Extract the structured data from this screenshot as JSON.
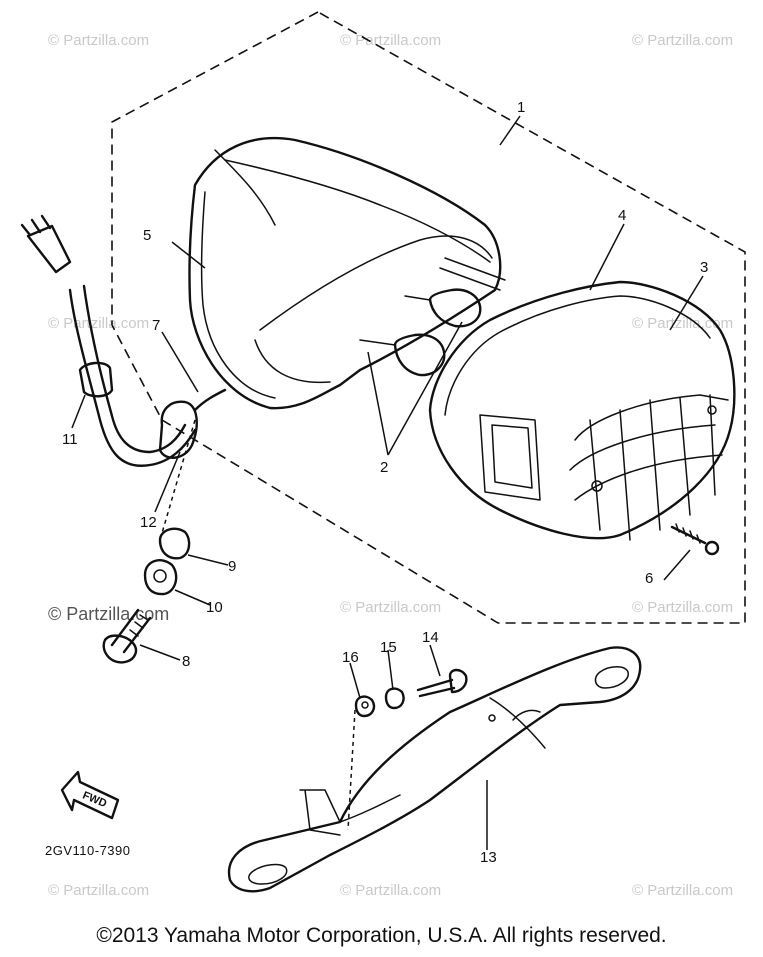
{
  "watermark": "© Partzilla.com",
  "callouts": [
    "1",
    "2",
    "3",
    "4",
    "5",
    "6",
    "7",
    "8",
    "9",
    "10",
    "11",
    "12",
    "13",
    "14",
    "15",
    "16"
  ],
  "fwd_label": "FWD",
  "diagram_code": "2GV110-7390",
  "copyright": "©2013  Yamaha Motor Corporation, U.S.A. All rights reserved."
}
